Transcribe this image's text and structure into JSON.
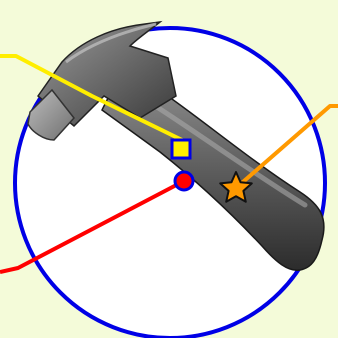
{
  "colors": {
    "background": "#f4fbd9",
    "circle_stroke": "#0000e6",
    "circle_fill": "#ffffff",
    "line_yellow": "#ffee00",
    "line_orange": "#ff9900",
    "line_red": "#ff0000",
    "square_fill": "#ffee00",
    "square_stroke": "#0000e6",
    "dot_fill": "#ff0000",
    "dot_stroke": "#0000e6",
    "star_fill": "#ff9900",
    "star_stroke": "#111111"
  },
  "scene": {
    "subject_icon": "hammer-icon",
    "markers": [
      {
        "name": "square-marker",
        "color": "yellow"
      },
      {
        "name": "dot-marker",
        "color": "red"
      },
      {
        "name": "star-marker",
        "color": "orange"
      }
    ]
  }
}
